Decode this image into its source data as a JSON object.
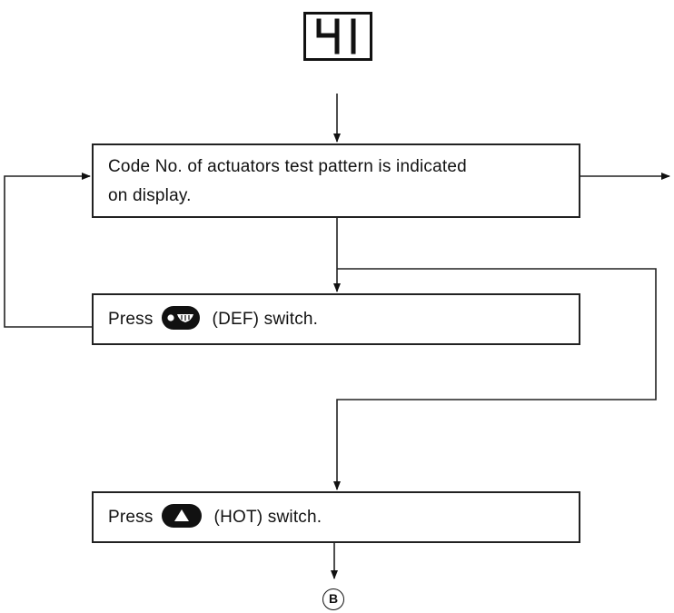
{
  "display": {
    "code": "41"
  },
  "steps": {
    "code_indicated": {
      "line1": "Code No. of actuators test pattern is indicated",
      "line2": "on display."
    },
    "press_def": {
      "prefix": "Press",
      "switch_icon": "def-defroster-icon",
      "suffix": "(DEF) switch."
    },
    "press_hot": {
      "prefix": "Press",
      "switch_icon": "up-triangle-icon",
      "suffix": "(HOT) switch."
    }
  },
  "terminal": {
    "label": "B"
  }
}
